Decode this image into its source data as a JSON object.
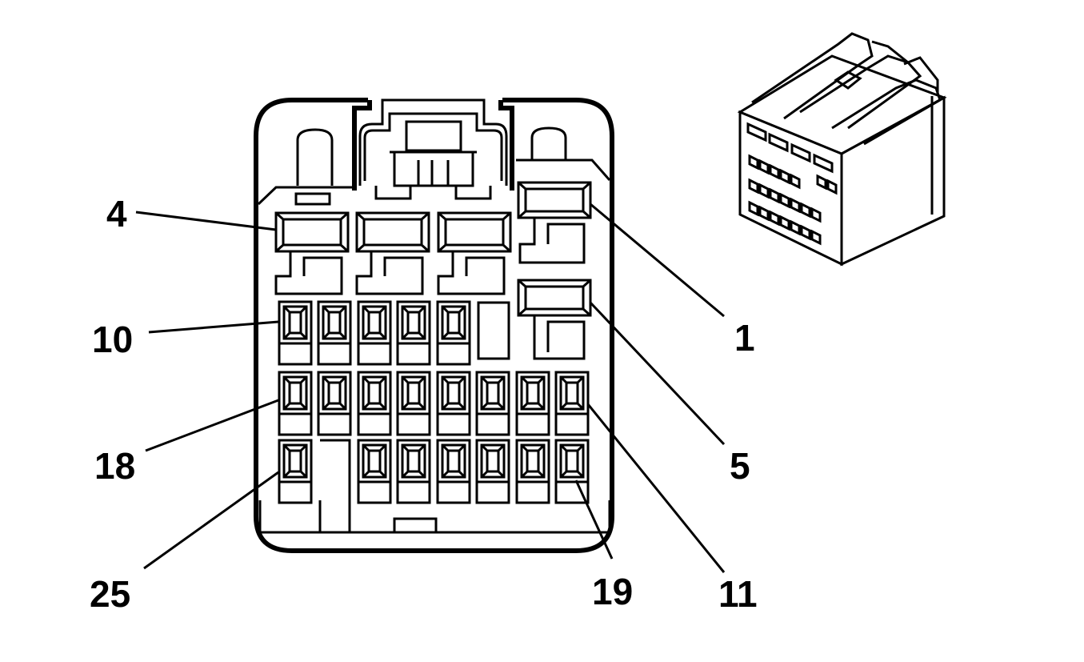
{
  "diagram": {
    "labels": {
      "pin_4": "4",
      "pin_10": "10",
      "pin_18": "18",
      "pin_25": "25",
      "pin_1": "1",
      "pin_5": "5",
      "pin_11": "11",
      "pin_19": "19"
    },
    "colors": {
      "line": "#000000",
      "background": "#ffffff"
    }
  }
}
